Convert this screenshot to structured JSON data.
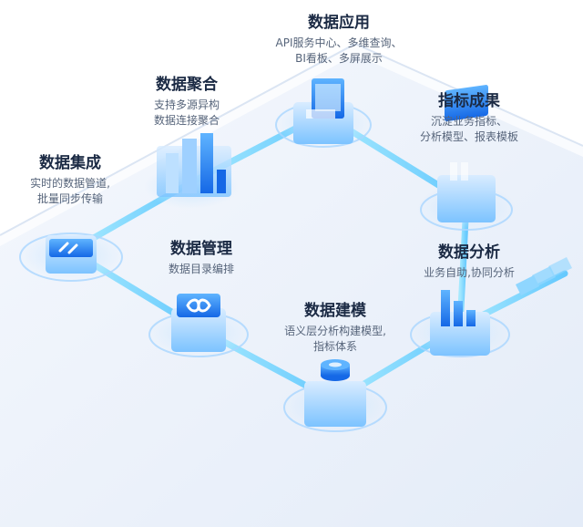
{
  "nodes": [
    {
      "id": "integration",
      "title": "数据集成",
      "lines": [
        "实时的数据管道,",
        "批量同步传输"
      ],
      "icon": "link-icon"
    },
    {
      "id": "aggregation",
      "title": "数据聚合",
      "lines": [
        "支持多源异构",
        "数据连接聚合"
      ],
      "icon": "building-blocks-icon"
    },
    {
      "id": "application",
      "title": "数据应用",
      "lines": [
        "API服务中心、多维查询、",
        "BI看板、多屏展示"
      ],
      "icon": "screen-monitor-icon"
    },
    {
      "id": "metrics",
      "title": "指标成果",
      "lines": [
        "沉淀业务指标、",
        "分析模型、报表模板"
      ],
      "icon": "card-stack-icon"
    },
    {
      "id": "management",
      "title": "数据管理",
      "lines": [
        "数据目录编排"
      ],
      "icon": "infinity-loop-icon"
    },
    {
      "id": "modeling",
      "title": "数据建模",
      "lines": [
        "语义层分析构建模型,",
        "指标体系"
      ],
      "icon": "database-stack-icon"
    },
    {
      "id": "analysis",
      "title": "数据分析",
      "lines": [
        "业务自助,协同分析"
      ],
      "icon": "bar-chart-icon"
    }
  ],
  "colors": {
    "accent": "#1e7bf0",
    "path": "#7fdcff",
    "title": "#1b2a44",
    "subtitle": "#56647a",
    "platform": "#eef3fb"
  }
}
